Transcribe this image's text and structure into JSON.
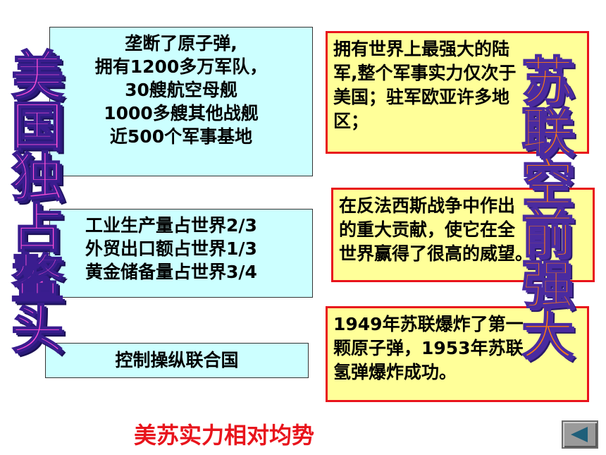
{
  "us_section": {
    "vertical_title": [
      "美",
      "国",
      "独",
      "占",
      "鳌",
      "头"
    ],
    "box1": [
      "垄断了原子弹,",
      "拥有1200多万军队，",
      "30艘航空母舰",
      "1000多艘其他战舰",
      "近500个军事基地"
    ],
    "box2": [
      "工业生产量占世界2/3",
      "外贸出口额占世界1/3",
      "黄金储备量占世界3/4"
    ],
    "box3": [
      "控制操纵联合国"
    ]
  },
  "ussr_section": {
    "vertical_title": [
      "苏",
      "联",
      "空",
      "前",
      "强",
      "大"
    ],
    "box1": [
      "拥有世界上最强大的陆",
      "军,整个军事实力仅次于",
      "美国；驻军欧亚许多地",
      "区；"
    ],
    "box2": [
      "在反法西斯战争中作出",
      "的重大贡献，使它在全",
      "世界赢得了很高的威望。"
    ],
    "box3": [
      "1949年苏联爆炸了第一",
      "颗原子弹，1953年苏联",
      "氢弹爆炸成功。"
    ]
  },
  "bottom_title": "美苏实力相对均势",
  "nav": {
    "icon": "back-arrow-icon"
  },
  "colors": {
    "us_box_bg": "#ccffff",
    "ussr_box_bg": "#ffff99",
    "ussr_box_border": "#e8141c",
    "us_title": "#ff4fd8",
    "ussr_title": "#ff7a10",
    "bottom_title": "#e8141c"
  }
}
